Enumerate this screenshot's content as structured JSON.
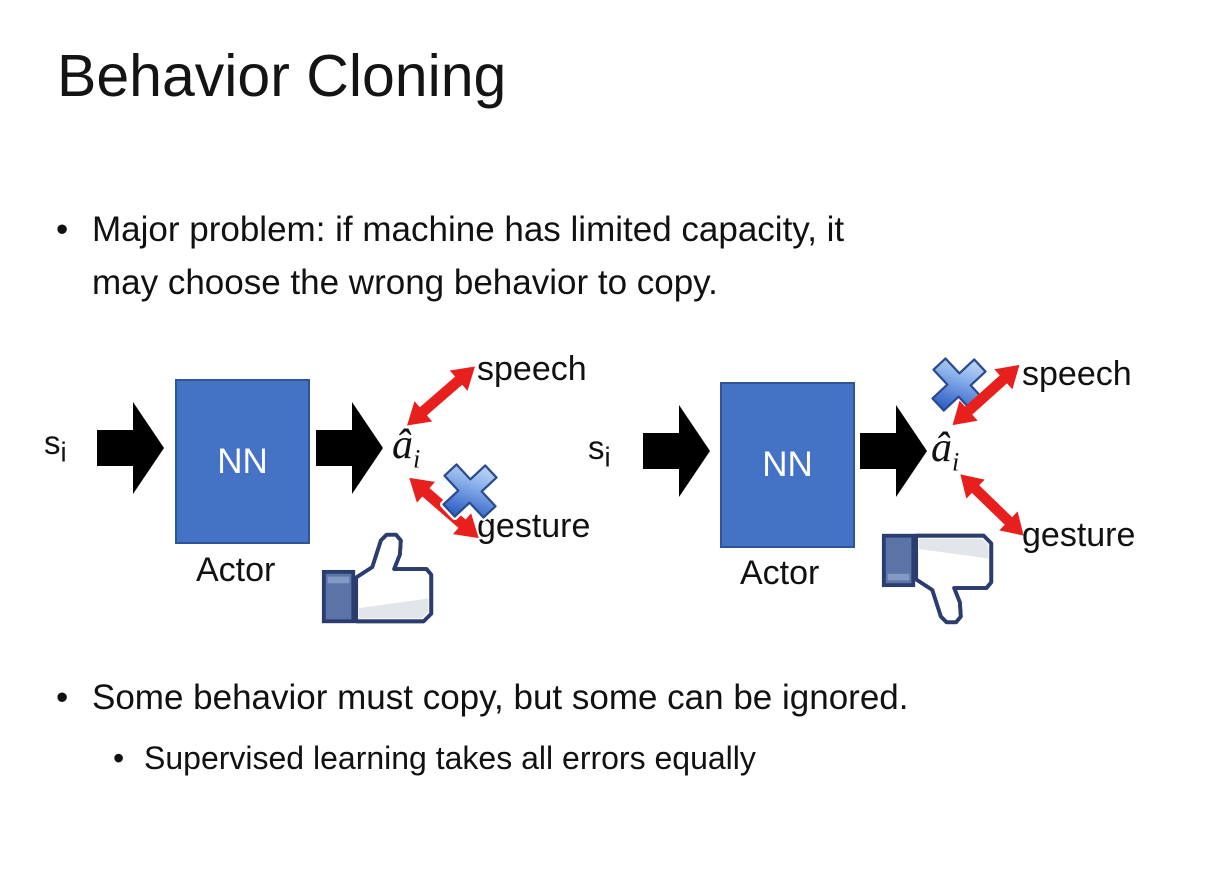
{
  "slide": {
    "title": "Behavior Cloning",
    "bullets": {
      "glyph": "•",
      "main1_line1": "Major problem: if machine has limited capacity, it",
      "main1_line2": "may choose the wrong behavior to copy.",
      "main2": "Some behavior must copy, but some can be ignored.",
      "sub1": "Supervised learning takes all errors equally"
    }
  },
  "diagrams": {
    "left": {
      "input": "s",
      "input_sub": "i",
      "box": "NN",
      "box_caption": "Actor",
      "output": "â",
      "output_sub": "i",
      "branch_top": "speech",
      "branch_bottom": "gesture",
      "crossed_branch": "gesture",
      "feedback_icon": "thumbs-up-icon",
      "cross_icon": "blue-x-icon"
    },
    "right": {
      "input": "s",
      "input_sub": "i",
      "box": "NN",
      "box_caption": "Actor",
      "output": "â",
      "output_sub": "i",
      "branch_top": "speech",
      "branch_bottom": "gesture",
      "crossed_branch": "speech",
      "feedback_icon": "thumbs-down-icon",
      "cross_icon": "blue-x-icon"
    }
  },
  "colors": {
    "nn_box_fill": "#4472C4",
    "nn_box_border": "#2F5597",
    "flow_arrow": "#000000",
    "branch_arrow_red": "#E8201D",
    "cross_gradient_light": "#D9E9FB",
    "cross_gradient_dark": "#2E60C6",
    "cross_outline": "#2A4A8C",
    "thumb_outline": "#2B3C6E",
    "thumb_sleeve": "#5B74A8",
    "text": "#111111",
    "background": "#FFFFFF"
  }
}
